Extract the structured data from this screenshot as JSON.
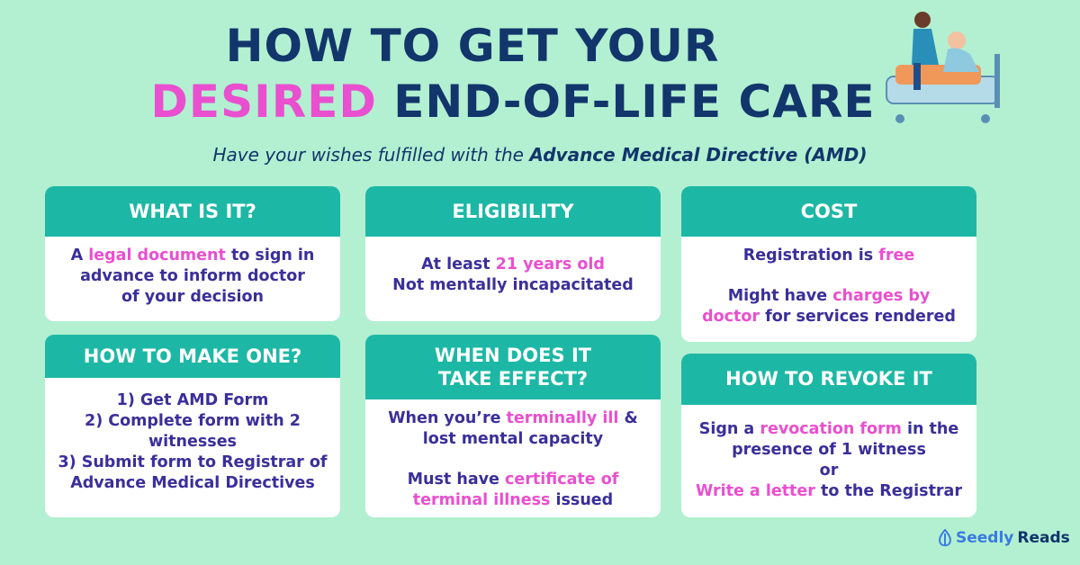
{
  "title": {
    "line1": "HOW TO GET YOUR",
    "line2_highlight": "DESIRED",
    "line2_rest": "END-OF-LIFE CARE"
  },
  "subtitle": {
    "prefix": "Have your wishes fulfilled with the ",
    "bold": "Advance Medical Directive (AMD)"
  },
  "colors": {
    "background": "#b2f0d1",
    "header": "#1db8a5",
    "highlight": "#e94fcf",
    "body_text": "#3a2f9a",
    "title": "#12356b"
  },
  "cards": [
    {
      "id": "what-is-it",
      "header": "WHAT IS IT?",
      "lines": [
        [
          {
            "t": "A "
          },
          {
            "t": "legal document",
            "hl": true
          },
          {
            "t": " to sign in"
          }
        ],
        [
          {
            "t": "advance to inform doctor"
          }
        ],
        [
          {
            "t": "of your decision"
          }
        ]
      ]
    },
    {
      "id": "how-to-make-one",
      "header": "HOW TO MAKE ONE?",
      "lines": [
        [
          {
            "t": "1) Get AMD Form"
          }
        ],
        [
          {
            "t": "2) Complete form with 2"
          }
        ],
        [
          {
            "t": "witnesses"
          }
        ],
        [
          {
            "t": "3) Submit form to Registrar of"
          }
        ],
        [
          {
            "t": "Advance Medical Directives"
          }
        ]
      ]
    },
    {
      "id": "eligibility",
      "header": "ELIGIBILITY",
      "lines": [
        [
          {
            "t": "At least "
          },
          {
            "t": "21 years old",
            "hl": true
          }
        ],
        [
          {
            "t": "Not mentally incapacitated"
          }
        ]
      ]
    },
    {
      "id": "when-effect",
      "header": "WHEN DOES IT\nTAKE EFFECT?",
      "lines": [
        [
          {
            "t": "When you’re "
          },
          {
            "t": "terminally ill",
            "hl": true
          },
          {
            "t": " &"
          }
        ],
        [
          {
            "t": "lost mental capacity"
          }
        ],
        [],
        [
          {
            "t": "Must have "
          },
          {
            "t": "certificate of",
            "hl": true
          }
        ],
        [
          {
            "t": "terminal illness",
            "hl": true
          },
          {
            "t": " issued"
          }
        ]
      ]
    },
    {
      "id": "cost",
      "header": "COST",
      "lines": [
        [
          {
            "t": "Registration is "
          },
          {
            "t": "free",
            "hl": true
          }
        ],
        [],
        [
          {
            "t": "Might have "
          },
          {
            "t": "charges by",
            "hl": true
          }
        ],
        [
          {
            "t": "doctor",
            "hl": true
          },
          {
            "t": " for services rendered"
          }
        ]
      ]
    },
    {
      "id": "how-to-revoke",
      "header": "HOW TO REVOKE IT",
      "lines": [
        [
          {
            "t": "Sign a "
          },
          {
            "t": "revocation form",
            "hl": true
          },
          {
            "t": " in the"
          }
        ],
        [
          {
            "t": "presence of 1 witness"
          }
        ],
        [
          {
            "t": "or"
          }
        ],
        [
          {
            "t": "Write a letter",
            "hl": true
          },
          {
            "t": " to the Registrar"
          }
        ]
      ]
    }
  ],
  "logo": {
    "brand": "Seedly",
    "product": "Reads"
  }
}
